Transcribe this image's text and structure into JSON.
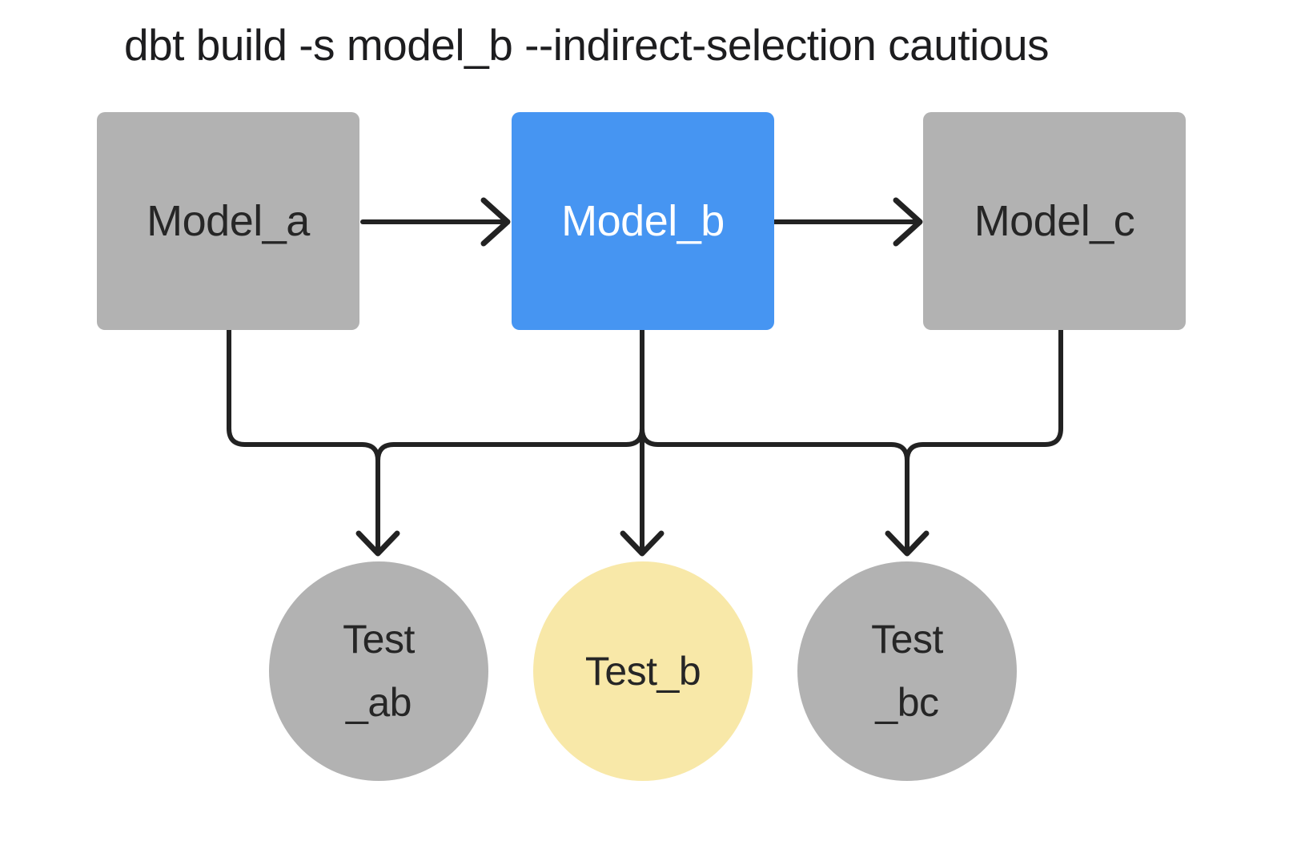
{
  "title": "dbt build -s model_b --indirect-selection cautious",
  "colors": {
    "background": "#ffffff",
    "model_default_fill": "#b2b2b2",
    "model_selected_fill": "#4695f2",
    "test_default_fill": "#b2b2b2",
    "test_indirect_fill": "#f8e8a8",
    "edge_stroke": "#222222",
    "label_dark": "#262626",
    "label_light": "#ffffff",
    "title_color": "#1d1d1f"
  },
  "nodes": {
    "model_a": {
      "label": "Model_a",
      "kind": "model",
      "selected": false
    },
    "model_b": {
      "label": "Model_b",
      "kind": "model",
      "selected": true
    },
    "model_c": {
      "label": "Model_c",
      "kind": "model",
      "selected": false
    },
    "test_ab": {
      "label": "Test\n_ab",
      "kind": "test",
      "selected": false
    },
    "test_b": {
      "label": "Test_b",
      "kind": "test",
      "selected": true
    },
    "test_bc": {
      "label": "Test\n_bc",
      "kind": "test",
      "selected": false
    }
  },
  "edges": [
    {
      "from": "model_a",
      "to": "model_b"
    },
    {
      "from": "model_b",
      "to": "model_c"
    },
    {
      "from": "model_a",
      "to": "test_ab"
    },
    {
      "from": "model_b",
      "to": "test_ab"
    },
    {
      "from": "model_b",
      "to": "test_b"
    },
    {
      "from": "model_b",
      "to": "test_bc"
    },
    {
      "from": "model_c",
      "to": "test_bc"
    }
  ]
}
